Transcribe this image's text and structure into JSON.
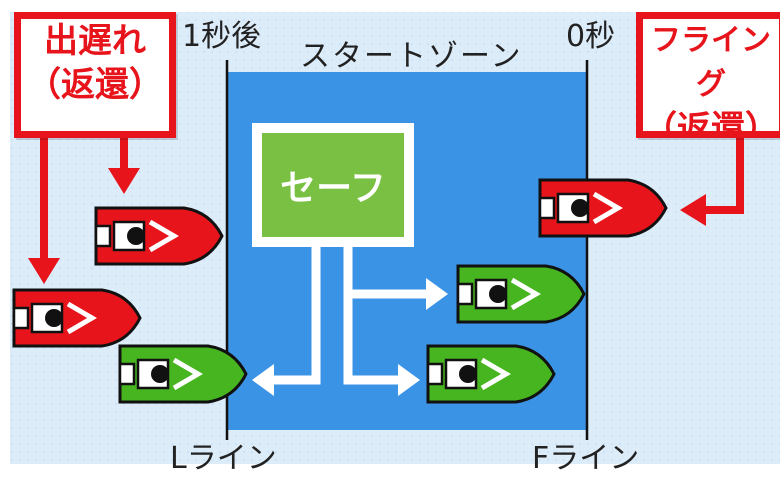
{
  "labels": {
    "one_sec_after": "1秒後",
    "zero_sec": "0秒",
    "start_zone": "スタートゾーン",
    "l_line": "Lライン",
    "f_line": "Fライン"
  },
  "boxes": {
    "late": {
      "line1": "出遅れ",
      "line2": "（返還）"
    },
    "flying": {
      "line1": "フライング",
      "line2": "（返還）"
    }
  },
  "safe": {
    "label": "セーフ"
  },
  "colors": {
    "zone_blue": "#3b93e6",
    "outside_blue": "#dbeefb",
    "red": "#e8141c",
    "green": "#47b51f",
    "safe_green": "#7ac143"
  },
  "icons": [
    "red-boat-icon",
    "green-boat-icon",
    "arrow-icon"
  ]
}
